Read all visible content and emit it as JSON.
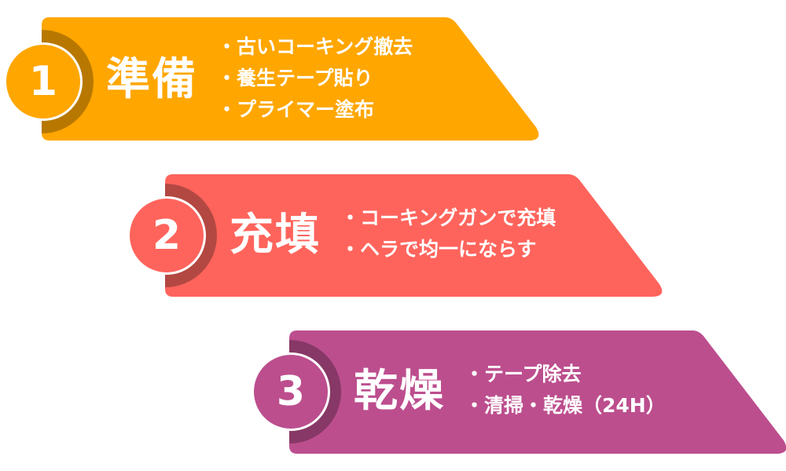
{
  "diagram": {
    "type": "process-steps",
    "steps": [
      {
        "number": "1",
        "title": "準備",
        "color": "#FFA600",
        "arc_color": "#B87800",
        "bullets": [
          "・古いコーキング撤去",
          "・養生テープ貼り",
          "・プライマー塗布"
        ]
      },
      {
        "number": "2",
        "title": "充填",
        "color": "#FF645C",
        "arc_color": "#B34842",
        "bullets": [
          "・コーキングガンで充填",
          "・ヘラで均一にならす"
        ]
      },
      {
        "number": "3",
        "title": "乾燥",
        "color": "#BC4E8E",
        "arc_color": "#873866",
        "bullets": [
          "・テープ除去",
          "・清掃・乾燥（24H）"
        ]
      }
    ]
  }
}
